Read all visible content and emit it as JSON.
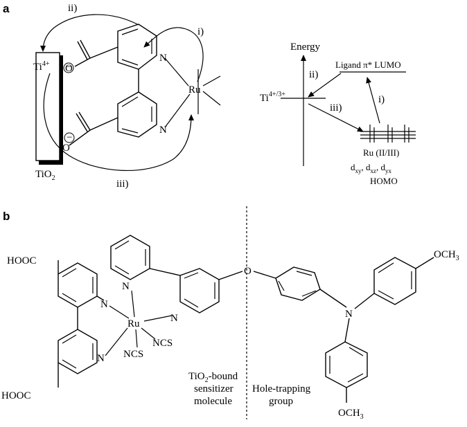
{
  "panel_a": {
    "label": "a",
    "ti_label": "Ti",
    "ti_sup": "4+",
    "tio2_label": "TiO",
    "tio2_sub": "2",
    "ru_label": "Ru",
    "n_label": "N",
    "o_label": "O",
    "minus_sign": "−",
    "step_i": "i)",
    "step_ii": "ii)",
    "step_iii": "iii)",
    "energy": {
      "axis_label": "Energy",
      "ti_level": "Ti",
      "ti_level_sup": "4+/3+",
      "lumo_label": "Ligand π* LUMO",
      "ru_level": "Ru (II/III)",
      "d_prefix": "d",
      "d_xy": "xy",
      "d_xz": "xz",
      "d_yx": "yx",
      "homo": "HOMO"
    }
  },
  "panel_b": {
    "label": "b",
    "hooc": "HOOC",
    "och3_prefix": "OCH",
    "och3_sub": "3",
    "ncs": "NCS",
    "ru_label": "Ru",
    "n_label": "N",
    "o_label": "O",
    "left_caption_1": "TiO",
    "left_caption_1_sub": "2",
    "left_caption_1_rest": "-bound",
    "left_caption_2": "sensitizer",
    "left_caption_3": "molecule",
    "right_caption_1": "Hole-trapping",
    "right_caption_2": "group"
  }
}
